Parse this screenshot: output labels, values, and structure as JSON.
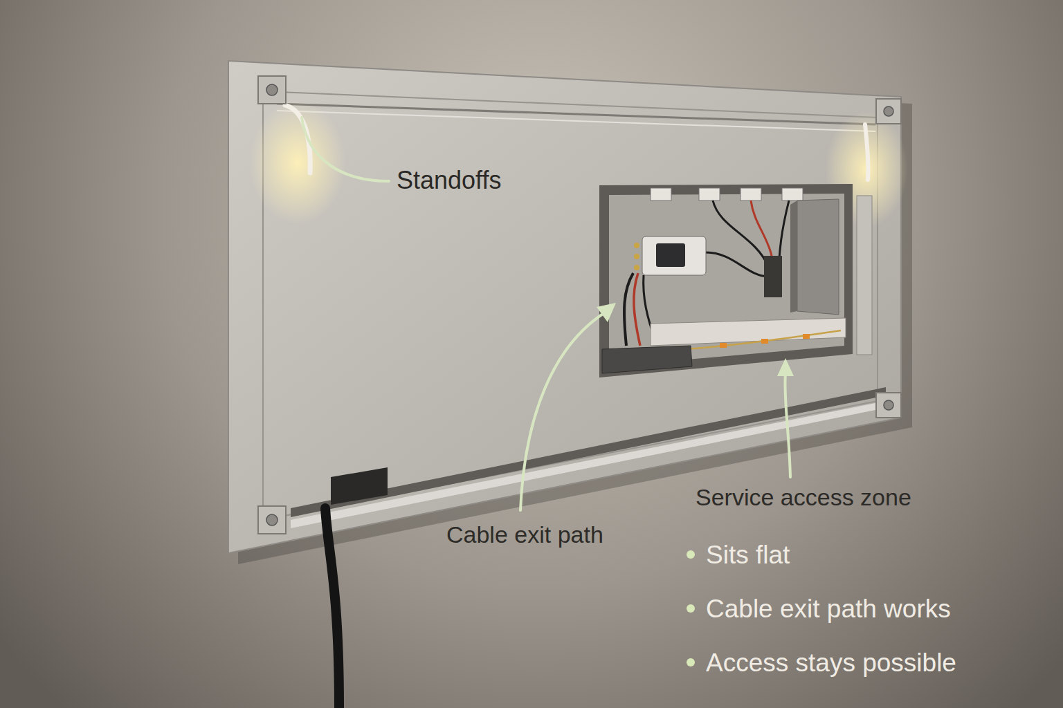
{
  "diagram": {
    "labels": [
      "Standoffs",
      "Service access zone",
      "Cable exit path",
      "Sits flat",
      "Cable exit path works",
      "Access stays possible"
    ]
  }
}
